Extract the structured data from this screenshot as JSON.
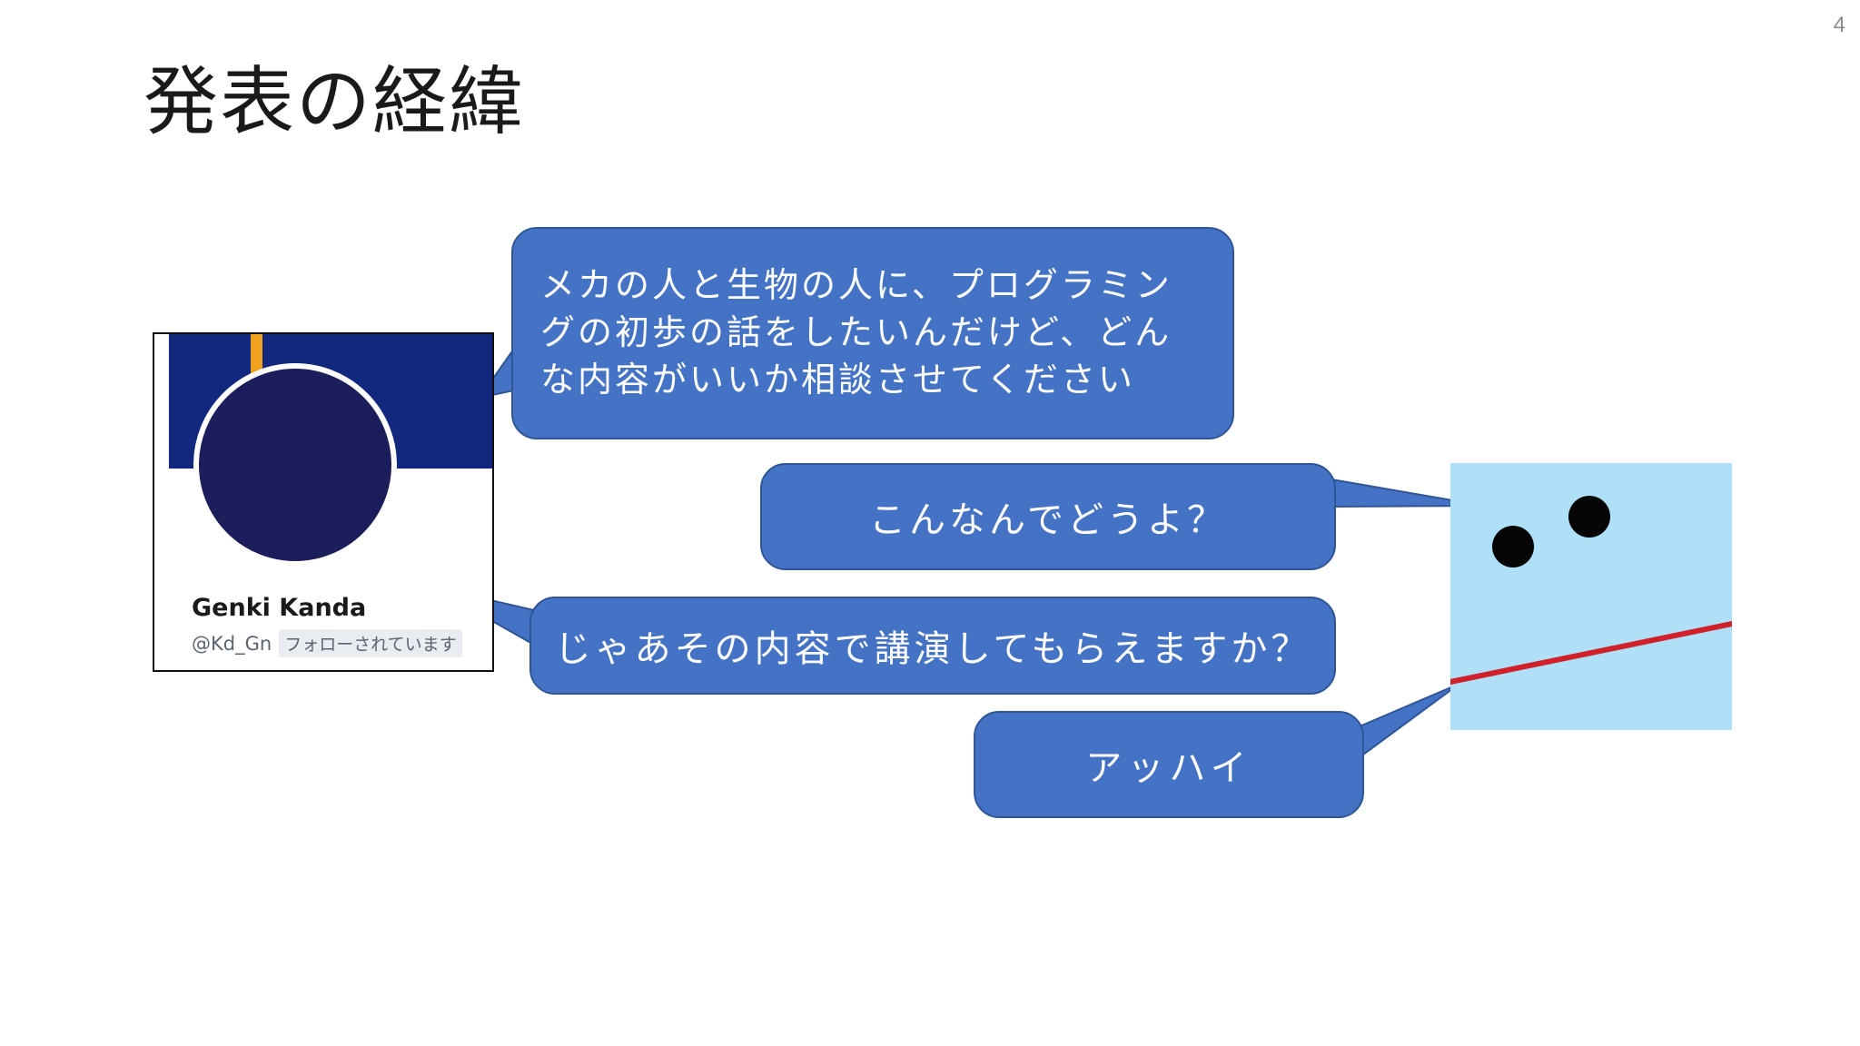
{
  "slide": {
    "page_number": "4",
    "title": "発表の経緯"
  },
  "profile": {
    "name": "Genki Kanda",
    "handle": "@Kd_Gn",
    "follow_status": "フォローされています",
    "banner_color": "#12287e",
    "banner_stripe_color": "#f0a21e",
    "avatar_color": "#1c1e5c"
  },
  "bubbles": {
    "request": {
      "lines": [
        "メカの人と生物の人に、プログラミン",
        "グの初歩の話をしたいんだけど、どん",
        "な内容がいいか相談させてください"
      ]
    },
    "reply": "こんなんでどうよ？",
    "invite": "じゃあその内容で講演してもらえますか？",
    "reaction": "アッハイ"
  },
  "colors": {
    "bubble_fill": "#4472c4",
    "bubble_border": "#2f5597",
    "character_background": "#b0dff8",
    "character_mouth": "#d0202a"
  }
}
